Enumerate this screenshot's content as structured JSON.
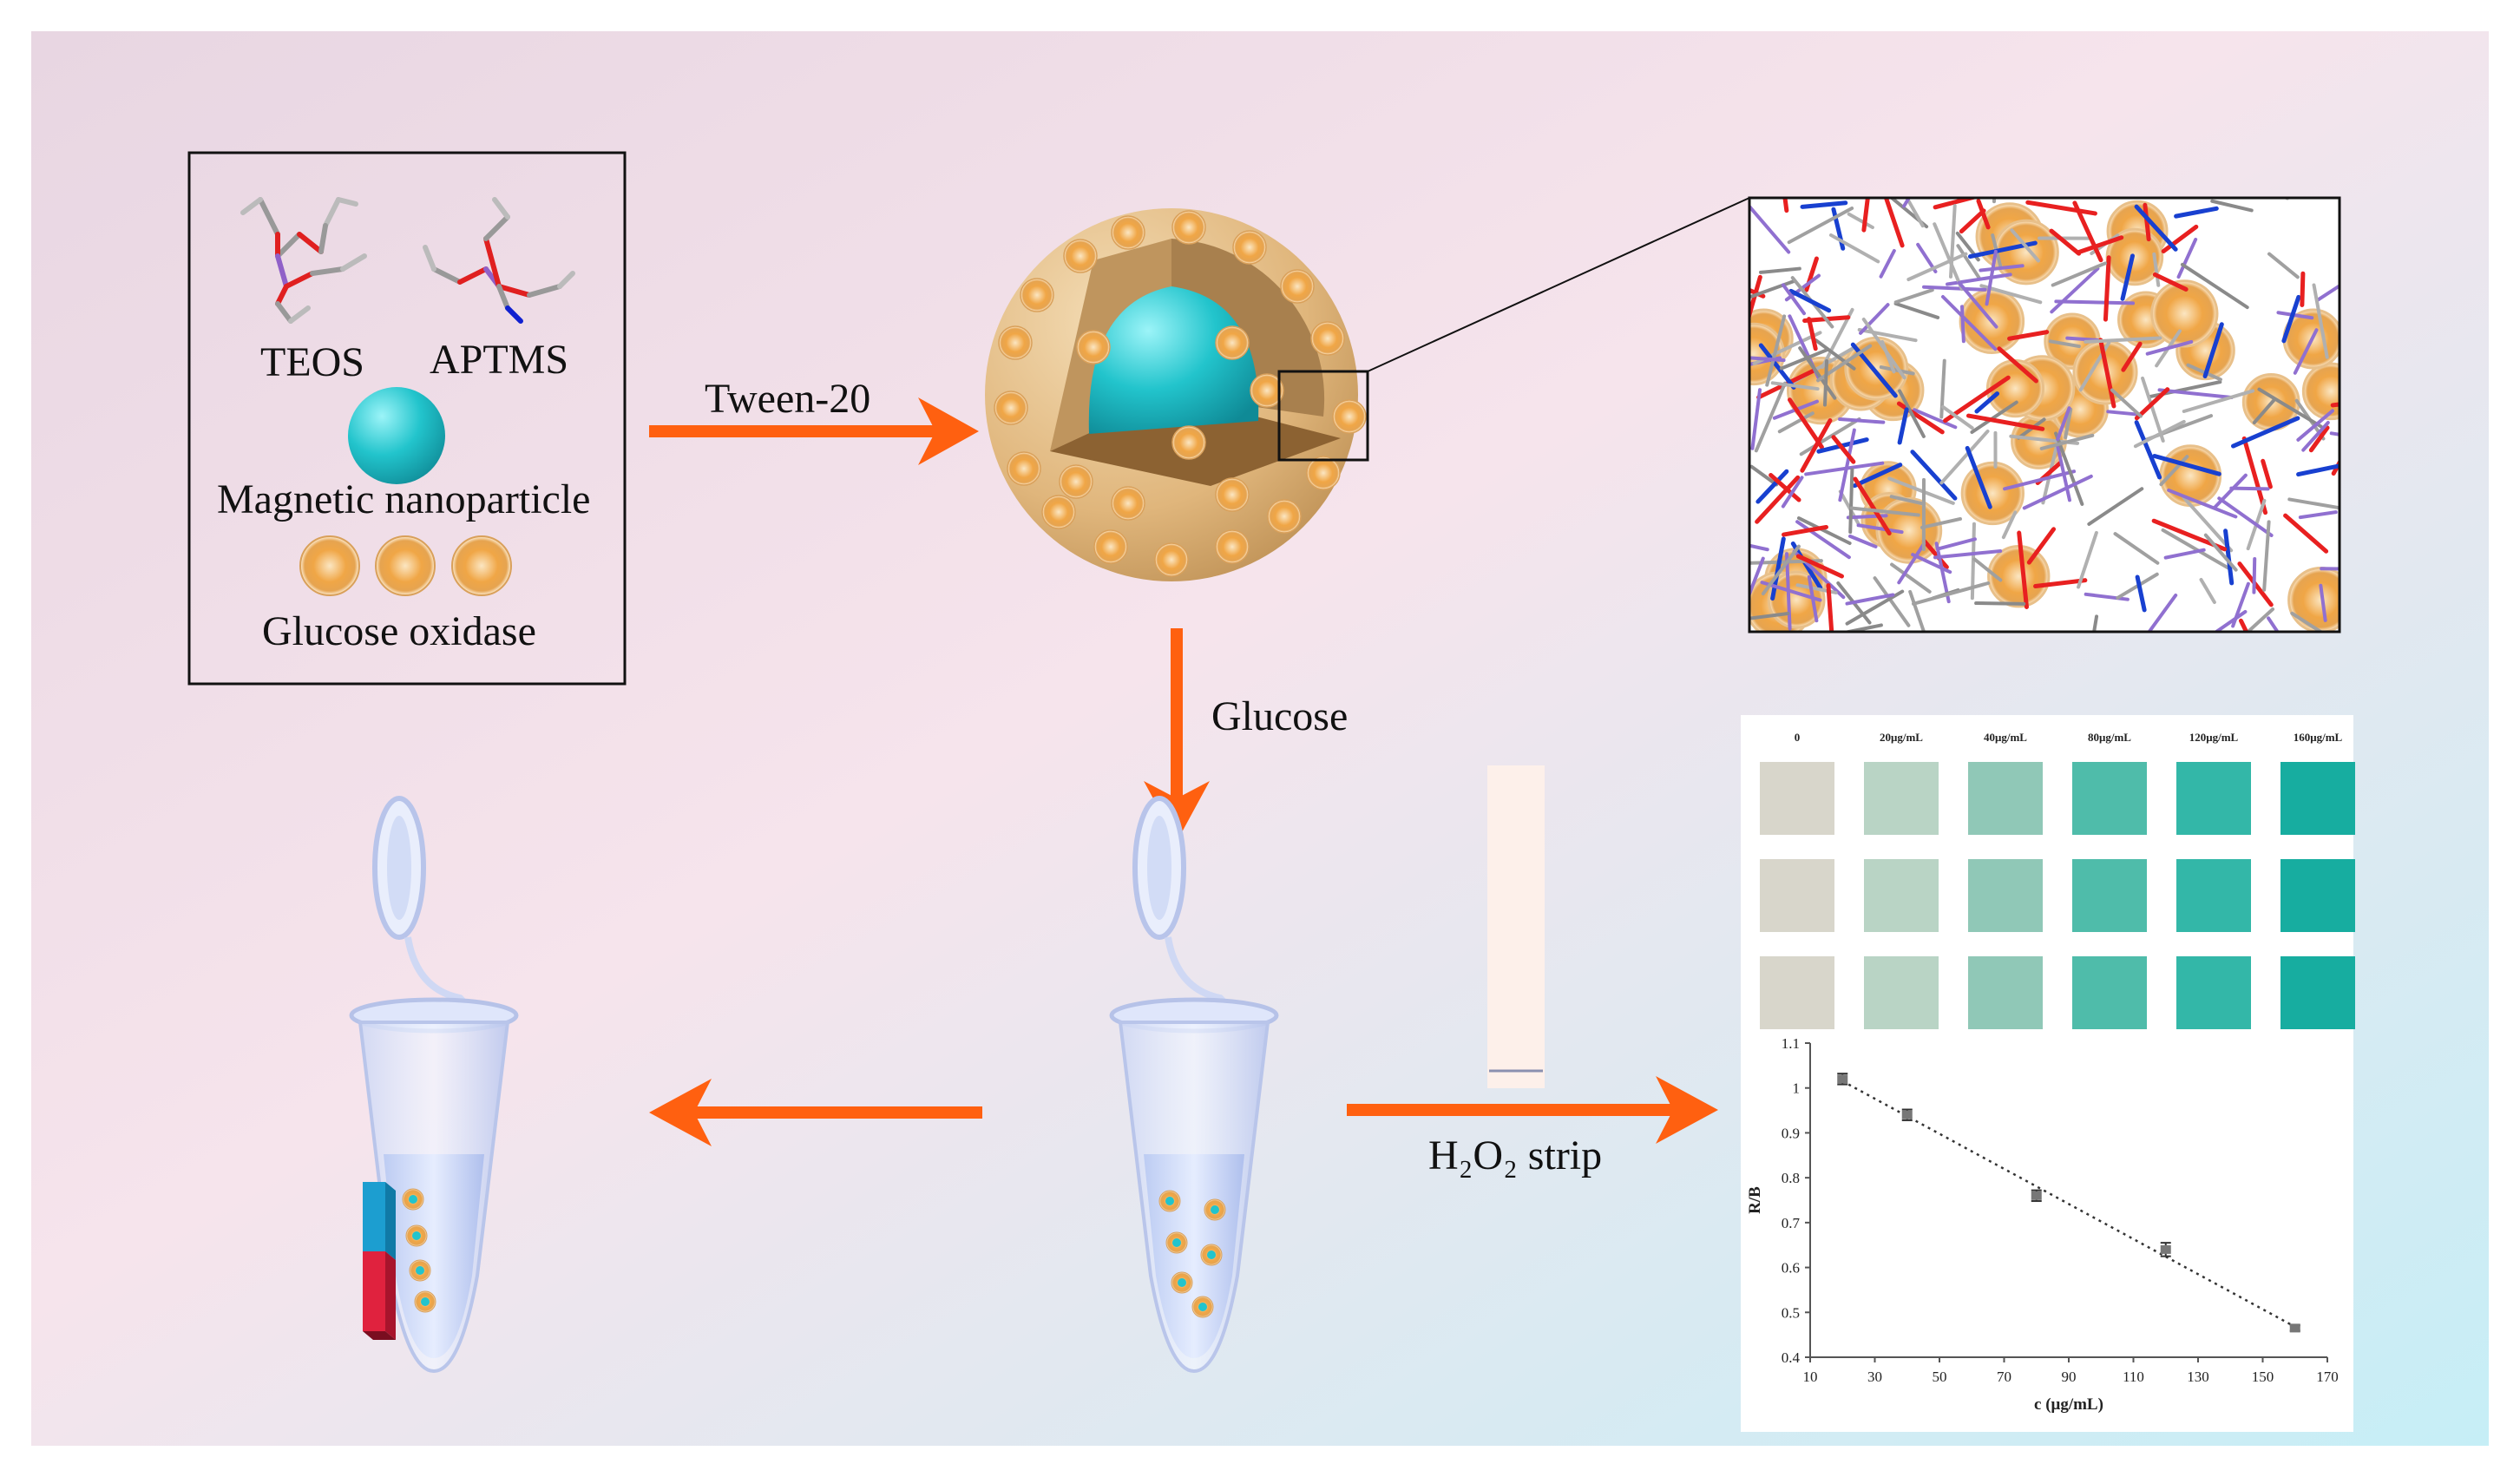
{
  "reagents": {
    "teos": "TEOS",
    "aptms": "APTMS",
    "magnetic": "Magnetic nanoparticle",
    "gox": "Glucose oxidase"
  },
  "steps": {
    "tween": "Tween-20",
    "glucose": "Glucose",
    "strip_h2o2": "H₂O₂",
    "strip_word": "strip"
  },
  "colors": {
    "arrow": "#ff6010",
    "core": "#22c4cc",
    "shell": "#e0b67c",
    "enzyme": "#f0a646",
    "magnet_red": "#e0223e",
    "magnet_blue": "#1c9ed0"
  },
  "swatches": {
    "headers": [
      "0",
      "20μg/mL",
      "40μg/mL",
      "80μg/mL",
      "120μg/mL",
      "160μg/mL"
    ],
    "colors": [
      "#d8d6cb",
      "#b9d4c5",
      "#90c8b7",
      "#4fbcaa",
      "#33b7a8",
      "#17ada0"
    ]
  },
  "chart_data": {
    "type": "scatter",
    "x": [
      20,
      40,
      80,
      120,
      160
    ],
    "y": [
      1.02,
      0.94,
      0.76,
      0.64,
      0.465
    ],
    "error": [
      0.012,
      0.012,
      0.012,
      0.015,
      0.006
    ],
    "xlabel": "c (μg/mL)",
    "ylabel": "R/B",
    "xlim": [
      10,
      170
    ],
    "ylim": [
      0.4,
      1.1
    ],
    "xticks": [
      "10",
      "30",
      "50",
      "70",
      "90",
      "110",
      "130",
      "150",
      "170"
    ],
    "yticks": [
      "0.4",
      "0.5",
      "0.6",
      "0.7",
      "0.8",
      "0.9",
      "1",
      "1.1"
    ],
    "trendline": "dotted linear",
    "grid": false
  }
}
